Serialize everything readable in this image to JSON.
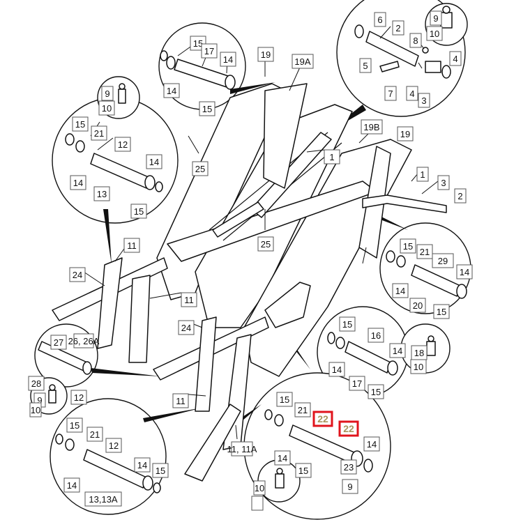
{
  "diagram": {
    "labels": {
      "tl": [
        "15",
        "17",
        "14",
        "14",
        "15"
      ],
      "tr": [
        "6",
        "2",
        "9",
        "10",
        "8",
        "5",
        "4",
        "7",
        "4",
        "3"
      ],
      "l1": [
        "9",
        "10",
        "15",
        "21",
        "12",
        "14",
        "14",
        "13",
        "15"
      ],
      "center": [
        "19",
        "19A",
        "19B",
        "19",
        "1",
        "1",
        "3",
        "2",
        "25",
        "25",
        "11",
        "11",
        "24",
        "24",
        "11",
        "11, 11A"
      ],
      "rm": [
        "15",
        "21",
        "29",
        "14",
        "14",
        "20",
        "15"
      ],
      "rl": [
        "15",
        "16",
        "14",
        "18",
        "10",
        "14",
        "17",
        "15"
      ],
      "ll": [
        "27",
        "26, 26A",
        "28",
        "9",
        "10",
        "12"
      ],
      "bl": [
        "15",
        "21",
        "12",
        "14",
        "15",
        "14",
        "13,13A"
      ],
      "br": [
        "15",
        "21",
        "22",
        "22",
        "14",
        "14",
        "23",
        "15",
        "9",
        "10"
      ]
    }
  }
}
